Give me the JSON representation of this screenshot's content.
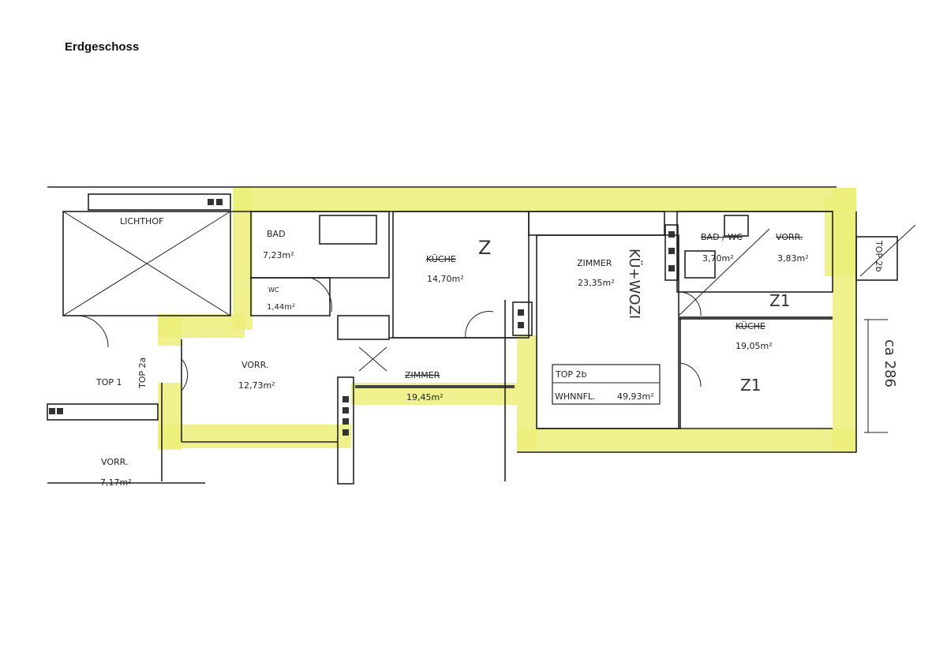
{
  "title": "Erdgeschoss",
  "highlight_color": "#ecef7a",
  "rooms": {
    "lichthof": "LICHTHOF",
    "bad": {
      "name": "BAD",
      "area": "7,23m²"
    },
    "wc": {
      "name": "WC",
      "area": "1,44m²"
    },
    "kueche_left": {
      "name": "KÜCHE",
      "area": "14,70m²"
    },
    "zimmer_right": {
      "name": "ZIMMER",
      "area": "23,35m²"
    },
    "bad_wc": {
      "name": "BAD / WC",
      "area": "3,70m²"
    },
    "vorr_right": {
      "name": "VORR.",
      "area": "3,83m²"
    },
    "kueche_right": {
      "name": "KÜCHE",
      "area": "19,05m²"
    },
    "vorr_mid": {
      "name": "VORR.",
      "area": "12,73m²"
    },
    "zimmer_mid": {
      "name": "ZIMMER",
      "area": "19,45m²"
    },
    "vorr_left": {
      "name": "VORR.",
      "area": "7,17m²"
    }
  },
  "units": {
    "top1": "TOP 1",
    "top2a": "TOP 2a",
    "top2b_side": "TOP 2b",
    "box_title": "TOP 2b",
    "box_label": "WHNNFL.",
    "box_area": "49,93m²"
  },
  "handwriting": {
    "z_kueche": "Z",
    "kue_wozi": "KÜ+WOZI",
    "z1_top": "Z1",
    "z1_bottom": "Z1",
    "height_note": "ca 286"
  }
}
